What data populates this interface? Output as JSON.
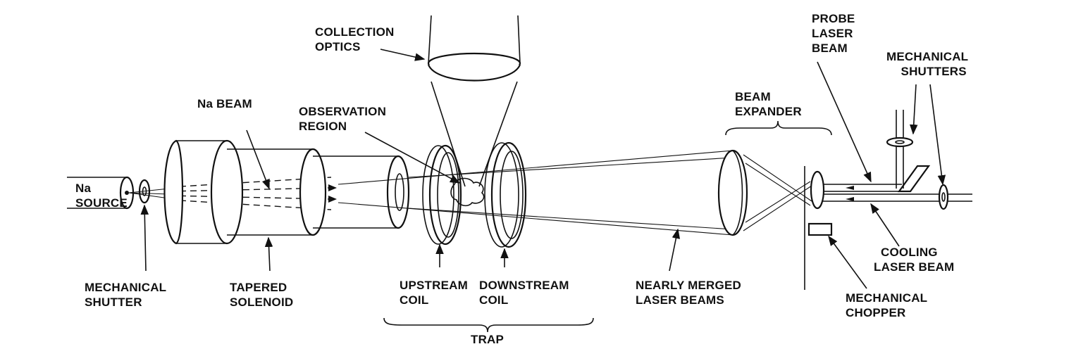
{
  "labels": {
    "na_source": [
      "Na",
      "SOURCE"
    ],
    "mech_shutter": [
      "MECHANICAL",
      "SHUTTER"
    ],
    "na_beam": "Na BEAM",
    "tapered_solenoid": [
      "TAPERED",
      "SOLENOID"
    ],
    "collection_optics": [
      "COLLECTION",
      "OPTICS"
    ],
    "observation_region": [
      "OBSERVATION",
      "REGION"
    ],
    "upstream_coil": [
      "UPSTREAM",
      "COIL"
    ],
    "downstream_coil": [
      "DOWNSTREAM",
      "COIL"
    ],
    "trap": "TRAP",
    "nearly_merged": [
      "NEARLY MERGED",
      "LASER BEAMS"
    ],
    "beam_expander": [
      "BEAM",
      "EXPANDER"
    ],
    "probe_laser": [
      "PROBE",
      "LASER",
      "BEAM"
    ],
    "mech_shutters": [
      "MECHANICAL",
      "SHUTTERS"
    ],
    "cooling_laser": [
      "COOLING",
      "LASER BEAM"
    ],
    "mech_chopper": [
      "MECHANICAL",
      "CHOPPER"
    ]
  }
}
